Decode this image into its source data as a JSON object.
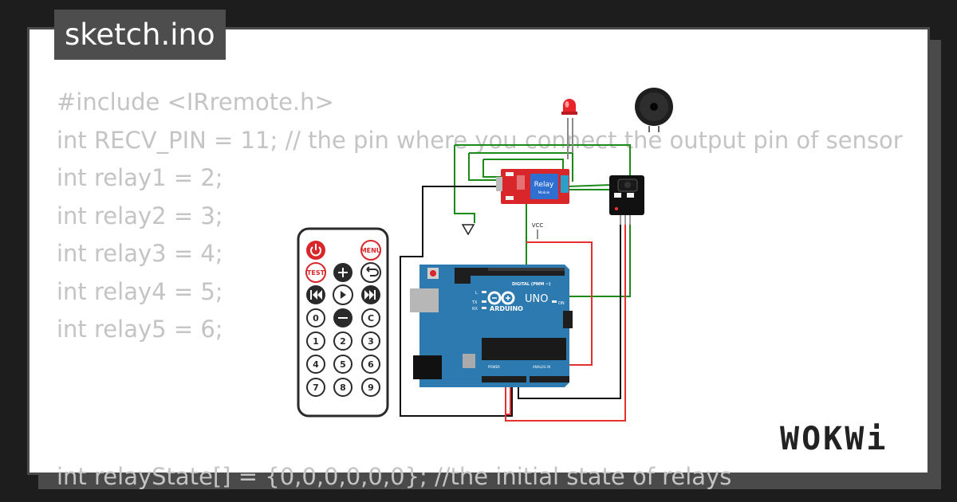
{
  "tab": {
    "filename": "sketch.ino"
  },
  "code_lines": [
    "#include <IRremote.h>",
    "int RECV_PIN = 11; // the pin where you connect the output pin of sensor",
    "int relay1 = 2;",
    "int relay2 = 3;",
    "int relay3 = 4;",
    "int relay4 = 5;",
    "int relay5 = 6;"
  ],
  "code_last_line": "int relayState[] = {0,0,0,0,0,0}; //the initial state of relays",
  "remote": {
    "menu_label": "MENU",
    "test_label": "TEST",
    "c_label": "C",
    "digits": [
      "0",
      "1",
      "2",
      "3",
      "4",
      "5",
      "6",
      "7",
      "8",
      "9"
    ]
  },
  "relay": {
    "label": "Relay",
    "sublabel": "Module"
  },
  "vcc_label": "VCC",
  "arduino": {
    "brand": "ARDUINO",
    "model": "UNO",
    "digital_label": "DIGITAL (PWM ~)",
    "on_label": "ON",
    "tx": "TX",
    "rx": "RX",
    "l": "L",
    "power_label": "POWER",
    "analog_label": "ANALOG IN"
  },
  "logo": {
    "text": "WOKWi"
  },
  "colors": {
    "background": "#1d1d1d",
    "card": "#ffffff",
    "tab_bg": "#4d4d4d",
    "code_text": "#c4c4c4",
    "arduino_blue": "#2d7ab0",
    "relay_red": "#d9262b",
    "wire_green": "#1a8a1a",
    "wire_red": "#e53030",
    "wire_black": "#111111"
  }
}
